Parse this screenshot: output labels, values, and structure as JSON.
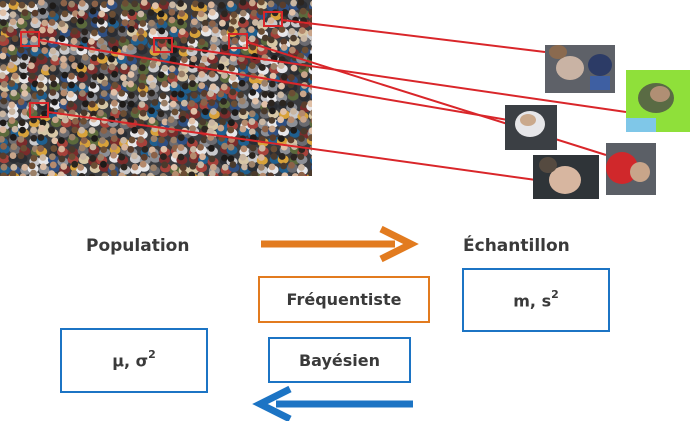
{
  "diagram": {
    "population_label": "Population",
    "sample_label": "Échantillon",
    "frequentist_label": "Fréquentiste",
    "bayesian_label": "Bayésien",
    "population_params": {
      "base": "μ, σ",
      "exp": "2"
    },
    "sample_params": {
      "base": "m, s",
      "exp": "2"
    }
  },
  "colors": {
    "orange_arrow": "#e27b1f",
    "blue_arrow": "#1c74c4",
    "connector_red": "#d9262a"
  },
  "images": {
    "crowd_photo": "crowd-of-people-aerial-photo",
    "samples": [
      "sample-person-1",
      "sample-person-2",
      "sample-person-3",
      "sample-person-4",
      "sample-person-5"
    ]
  }
}
